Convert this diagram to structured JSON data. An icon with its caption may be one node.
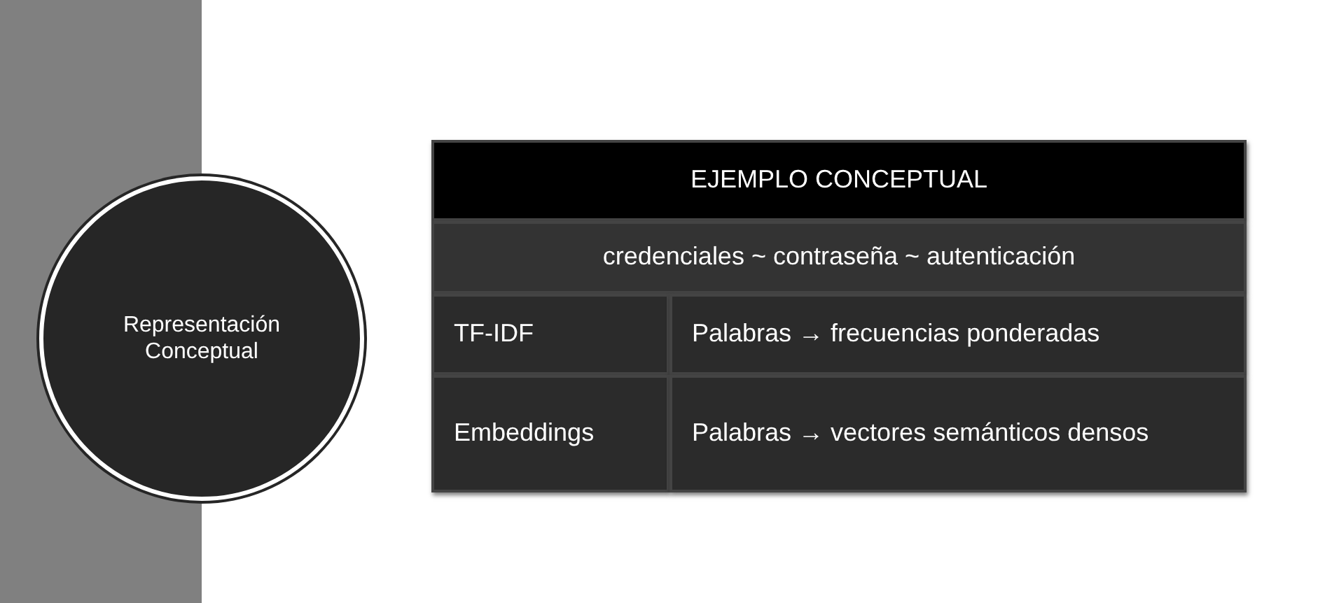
{
  "diagram": {
    "nodes": [
      {
        "text": [],
        "shape": "bar"
      },
      {
        "text": [
          "Representación Conceptual"
        ]
      }
    ],
    "labels": [
      "EJEMPLO CONCEPTUAL",
      "credenciales ~ contraseña ~ autenticación",
      "TF-IDF",
      "Palabras → frecuencias ponderadas",
      "Embeddings",
      "Palabras → vectores semánticos densos"
    ]
  }
}
